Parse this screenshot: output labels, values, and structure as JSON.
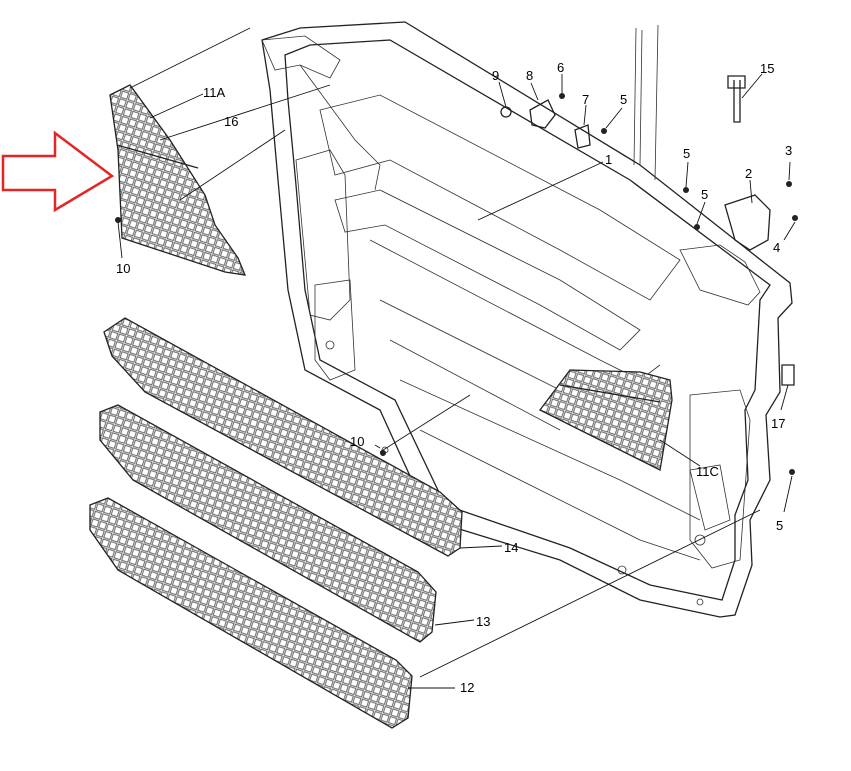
{
  "diagram": {
    "pointer_arrow_color": "#e32626",
    "callouts": [
      {
        "id": "c-11a",
        "text": "11A"
      },
      {
        "id": "c-16",
        "text": "16"
      },
      {
        "id": "c-10a",
        "text": "10"
      },
      {
        "id": "c-9",
        "text": "9"
      },
      {
        "id": "c-8",
        "text": "8"
      },
      {
        "id": "c-6",
        "text": "6"
      },
      {
        "id": "c-7",
        "text": "7"
      },
      {
        "id": "c-5a",
        "text": "5"
      },
      {
        "id": "c-1",
        "text": "1"
      },
      {
        "id": "c-15",
        "text": "15"
      },
      {
        "id": "c-5b",
        "text": "5"
      },
      {
        "id": "c-2",
        "text": "2"
      },
      {
        "id": "c-3",
        "text": "3"
      },
      {
        "id": "c-5c",
        "text": "5"
      },
      {
        "id": "c-4",
        "text": "4"
      },
      {
        "id": "c-17",
        "text": "17"
      },
      {
        "id": "c-10b",
        "text": "10"
      },
      {
        "id": "c-11c",
        "text": "11C"
      },
      {
        "id": "c-5d",
        "text": "5"
      },
      {
        "id": "c-14",
        "text": "14"
      },
      {
        "id": "c-13",
        "text": "13"
      },
      {
        "id": "c-12",
        "text": "12"
      }
    ]
  }
}
